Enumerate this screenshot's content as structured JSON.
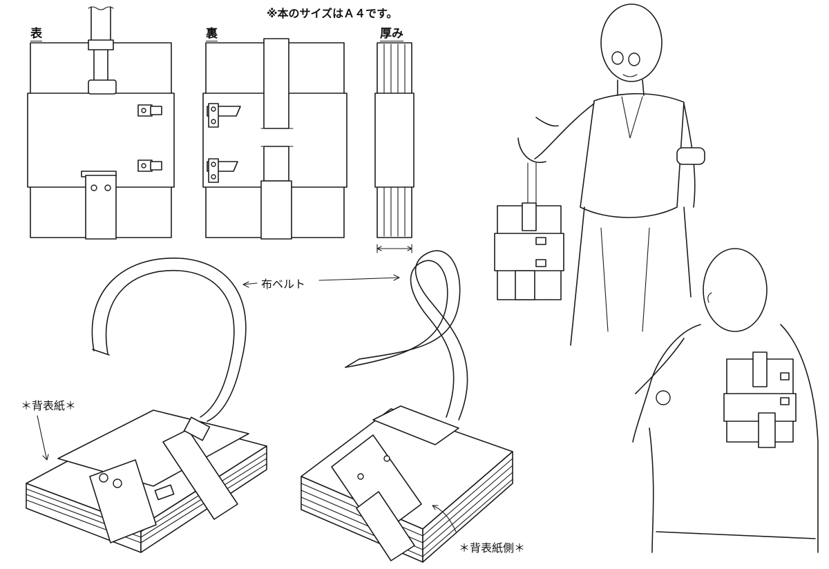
{
  "header": {
    "size_note": "※本のサイズはＡ４です。"
  },
  "views": {
    "front_label": "表",
    "back_label": "裏",
    "thickness_label": "厚み"
  },
  "callouts": {
    "cloth_belt": "布ベルト",
    "spine_cover": "＊背表紙＊",
    "spine_side": "＊背表紙側＊"
  },
  "icons": {
    "arrow": "arrow-icon",
    "dimension": "dimension-arrow-icon"
  }
}
